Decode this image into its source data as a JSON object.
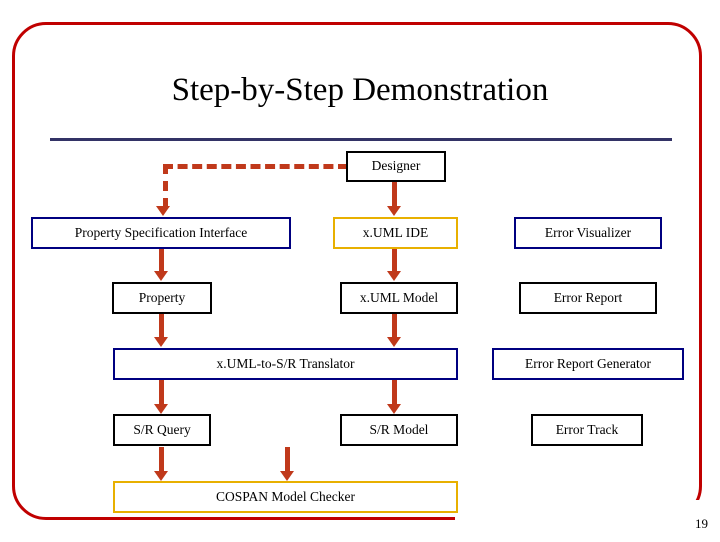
{
  "slide": {
    "title": "Step-by-Step Demonstration",
    "number": "19",
    "frame_color": "#c00000",
    "rule_color": "#333366",
    "arrow_color": "#c0391b"
  },
  "boxes": [
    {
      "id": "designer",
      "label": "Designer",
      "border": "black"
    },
    {
      "id": "property-spec-iface",
      "label": "Property Specification Interface",
      "border": "blue"
    },
    {
      "id": "xuml-ide",
      "label": "x.UML IDE",
      "border": "gold"
    },
    {
      "id": "error-visualizer",
      "label": "Error Visualizer",
      "border": "blue"
    },
    {
      "id": "property",
      "label": "Property",
      "border": "black"
    },
    {
      "id": "xuml-model",
      "label": "x.UML Model",
      "border": "black"
    },
    {
      "id": "error-report",
      "label": "Error Report",
      "border": "black"
    },
    {
      "id": "xuml-to-sr-translator",
      "label": "x.UML-to-S/R Translator",
      "border": "blue"
    },
    {
      "id": "error-report-generator",
      "label": "Error Report Generator",
      "border": "blue"
    },
    {
      "id": "sr-query",
      "label": "S/R Query",
      "border": "black"
    },
    {
      "id": "sr-model",
      "label": "S/R Model",
      "border": "black"
    },
    {
      "id": "error-track",
      "label": "Error Track",
      "border": "black"
    },
    {
      "id": "cospan-model-checker",
      "label": "COSPAN Model Checker",
      "border": "gold"
    }
  ]
}
